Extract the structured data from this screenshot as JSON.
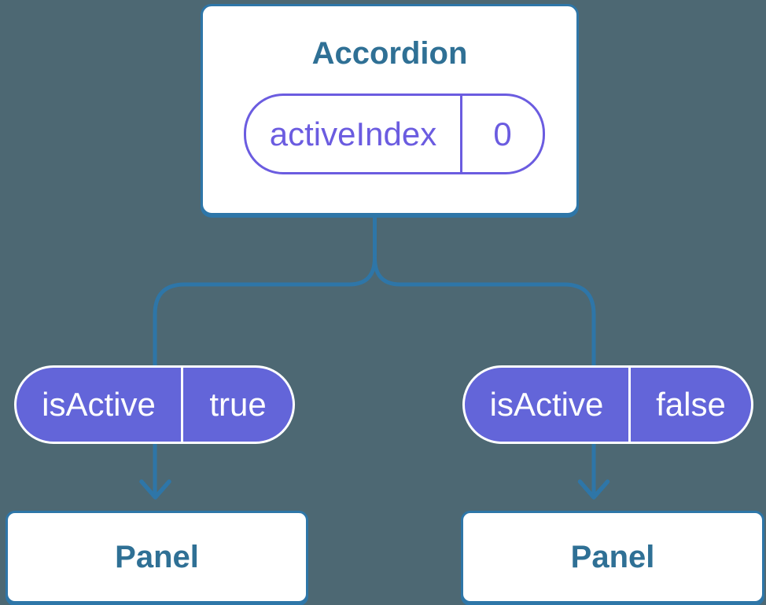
{
  "colors": {
    "bg": "#4d6873",
    "line": "#2e76a8",
    "heading": "#2f7095",
    "accent-purple": "#6b5ce0",
    "pill-fill": "#6365d9",
    "pill-text": "#ffffff",
    "box-bg": "#ffffff"
  },
  "tree": {
    "root": {
      "name": "Accordion",
      "state_pill": {
        "label": "activeIndex",
        "value": "0"
      }
    },
    "children": [
      {
        "prop_pill": {
          "label": "isActive",
          "value": "true"
        },
        "node": {
          "name": "Panel"
        }
      },
      {
        "prop_pill": {
          "label": "isActive",
          "value": "false"
        },
        "node": {
          "name": "Panel"
        }
      }
    ]
  }
}
